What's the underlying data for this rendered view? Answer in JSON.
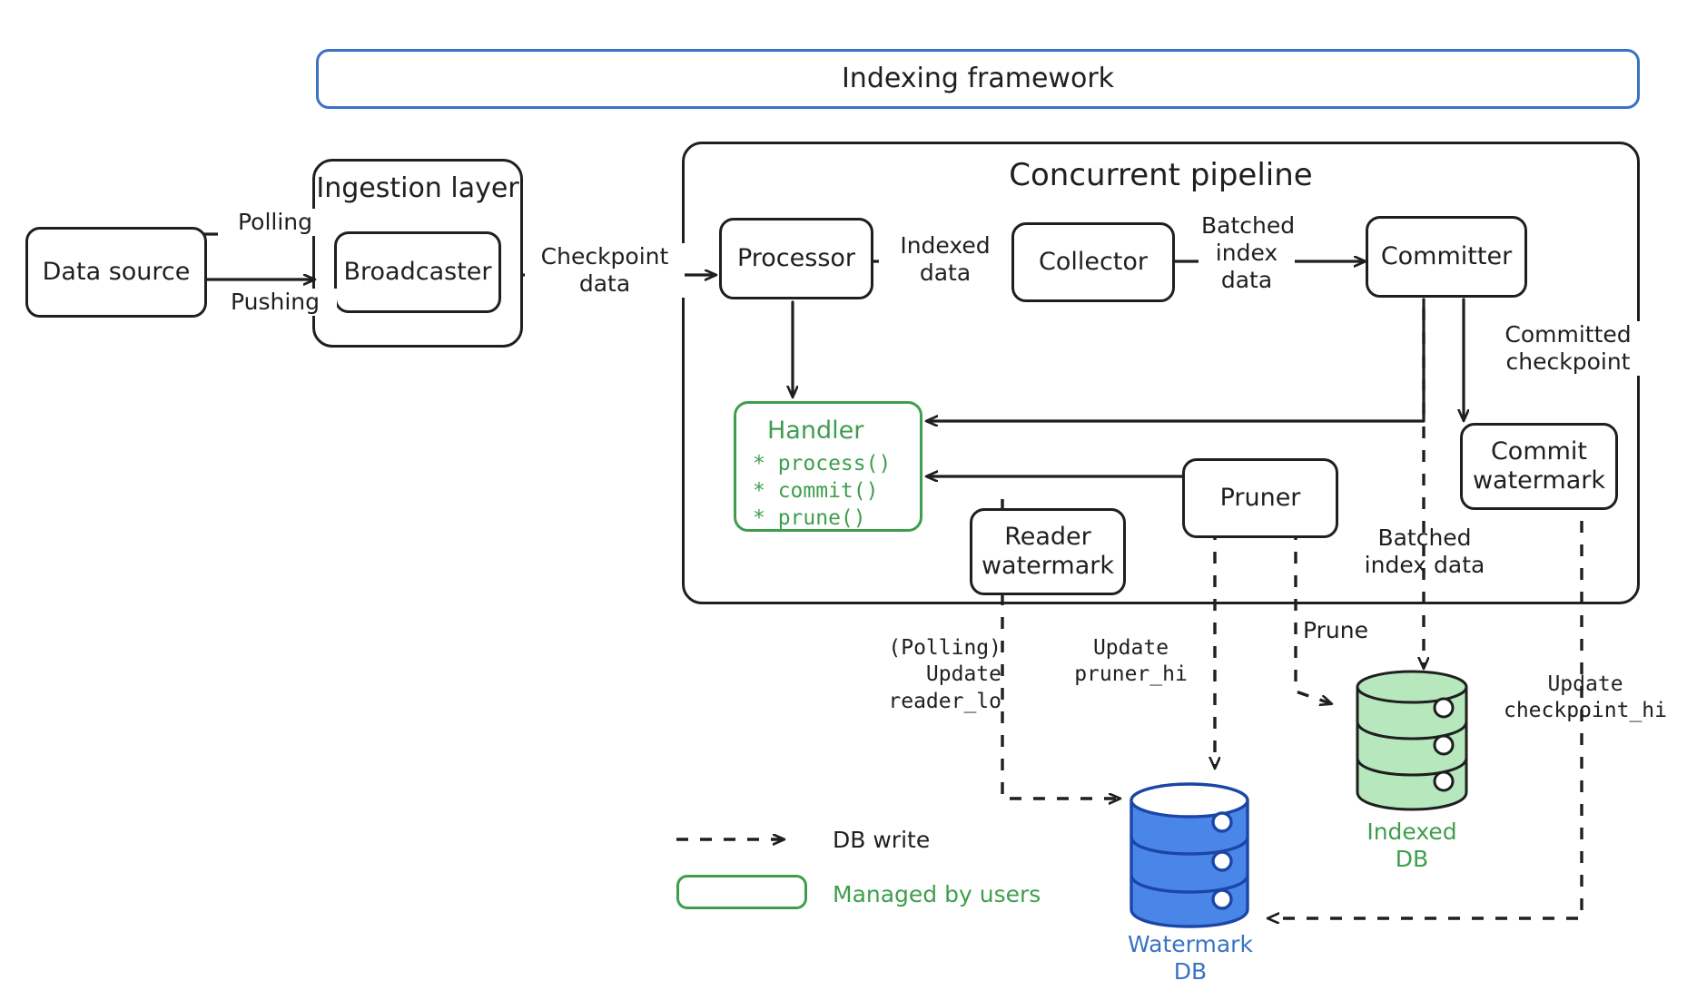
{
  "diagram": {
    "title": "Indexing framework",
    "title_color": "#3a72c4",
    "accent_black": "#1f1f1f",
    "accent_green": "#3f9e4d",
    "accent_blue": "#3a72c4"
  },
  "groups": {
    "framework": {
      "label": "Indexing framework"
    },
    "ingestion": {
      "label": "Ingestion layer"
    },
    "pipeline": {
      "label": "Concurrent pipeline"
    }
  },
  "nodes": {
    "data_source": {
      "label": "Data source"
    },
    "broadcaster": {
      "label": "Broadcaster"
    },
    "processor": {
      "label": "Processor"
    },
    "collector": {
      "label": "Collector"
    },
    "committer": {
      "label": "Committer"
    },
    "commit_watermark": {
      "label": "Commit\nwatermark"
    },
    "reader_watermark": {
      "label": "Reader\nwatermark"
    },
    "pruner": {
      "label": "Pruner"
    },
    "handler": {
      "title": "Handler",
      "methods": [
        "* process()",
        "* commit()",
        "* prune()"
      ]
    }
  },
  "edge_labels": {
    "polling": "Polling",
    "pushing": "Pushing",
    "checkpoint_data": "Checkpoint\ndata",
    "indexed_data": "Indexed\ndata",
    "batched_index_data_top": "Batched\nindex\ndata",
    "committed_checkpoint": "Committed\ncheckpoint",
    "batched_index_data_bottom": "Batched\nindex data",
    "prune": "Prune",
    "update_reader_lo": "(Polling)\nUpdate\nreader_lo",
    "update_pruner_hi": "Update\npruner_hi",
    "update_checkpoint_hi": "Update\ncheckpoint_hi"
  },
  "databases": {
    "indexed": {
      "caption": "Indexed\nDB",
      "color": "#3f9e4d",
      "fill": "#b6e7bd",
      "stroke": "#1f1f1f"
    },
    "watermark": {
      "caption": "Watermark\nDB",
      "color": "#3a72c4",
      "fill": "#4a86e8",
      "stroke": "#1b46a5"
    }
  },
  "legend": {
    "items": [
      {
        "key": "dashed-arrow",
        "label": "DB write",
        "color": "#1f1f1f"
      },
      {
        "key": "green-rounded-box",
        "label": "Managed by users",
        "color": "#3f9e4d"
      }
    ]
  }
}
